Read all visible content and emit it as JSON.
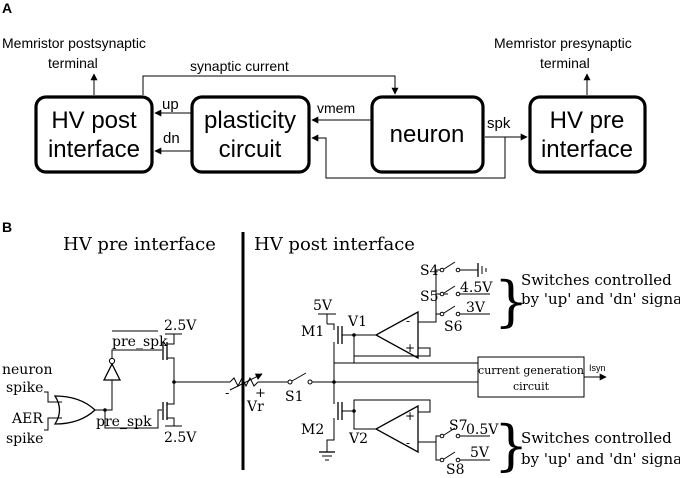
{
  "panel_a": {
    "label": "A",
    "memristor_post": "Memristor postsynaptic",
    "memristor_post_2": "terminal",
    "memristor_pre": "Memristor presynaptic",
    "memristor_pre_2": "terminal",
    "synaptic_current": "synaptic current",
    "hv_post_1": "HV post",
    "hv_post_2": "interface",
    "plasticity_1": "plasticity",
    "plasticity_2": "circuit",
    "neuron": "neuron",
    "hv_pre_1": "HV pre",
    "hv_pre_2": "interface",
    "up": "up",
    "dn": "dn",
    "vmem": "vmem",
    "spk": "spk"
  },
  "panel_b": {
    "label": "B",
    "hv_pre_title": "HV pre interface",
    "hv_post_title": "HV post interface",
    "neuron": "neuron",
    "spike1": "spike",
    "aer": "AER",
    "spike2": "spike",
    "pre_spk_bar": "pre_spk",
    "pre_spk": "pre_spk",
    "v25_top": "2.5V",
    "v25_bot": "2.5V",
    "vr": "Vr",
    "minus": "-",
    "plus": "+",
    "s1": "S1",
    "v5": "5V",
    "m1": "M1",
    "m2": "M2",
    "v1": "V1",
    "v2": "V2",
    "s4": "S4",
    "s5": "S5",
    "s6": "S6",
    "s7": "S7",
    "s8": "S8",
    "v45": "4.5V",
    "v3": "3V",
    "v05": "0.5V",
    "v5b": "5V",
    "current_gen_1": "current generation",
    "current_gen_2": "circuit",
    "isyn": "Isyn",
    "switches_1a": "Switches controlled",
    "switches_1b": "by 'up' and 'dn' signals",
    "switches_2a": "Switches controlled",
    "switches_2b": "by 'up' and 'dn' signals"
  }
}
